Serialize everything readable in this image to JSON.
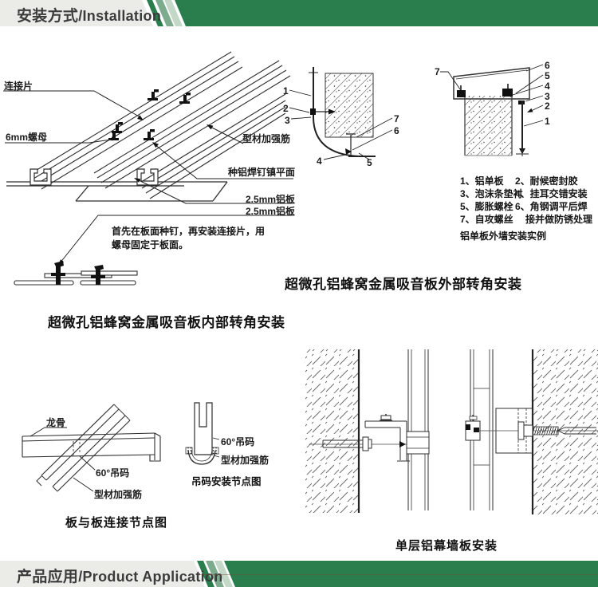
{
  "header": {
    "title_zh": "安装方式",
    "title_en": "/Installation"
  },
  "footer": {
    "title_zh": "产品应用",
    "title_en": "/Product Application"
  },
  "colors": {
    "accent_green": "#2a7d4d",
    "stripe_medium": "#7cab8d",
    "stripe_pale": "#c3d8c6",
    "bar_gray": "#ebebe8"
  },
  "internal_corner": {
    "labels": {
      "connector": "连接片",
      "nut": "6mm螺母",
      "rib": "型材加强筋",
      "weld": "种铝焊钉镇平面",
      "plate1": "2.5mm铝板",
      "plate2": "2.5mm铝板"
    },
    "note_line1": "首先在板面种钉，再安装连接片，用",
    "note_line2": "螺母固定于板面。",
    "caption": "超微孔铝蜂窝金属吸音板内部转角安装"
  },
  "external_corner": {
    "numbers": {
      "n1": "1",
      "n2": "2",
      "n3": "3",
      "n4": "4",
      "n5": "5",
      "n6": "6",
      "n7": "7"
    },
    "caption": "超微孔铝蜂窝金属吸音板外部转角安装"
  },
  "wall_example": {
    "numbers": {
      "n1": "1",
      "n2": "2",
      "n3": "3",
      "n4": "4",
      "n5": "5",
      "n6": "6",
      "n7": "7"
    },
    "legend": {
      "item1": "1、铝单板",
      "item2": "2、耐候密封胶",
      "item3": "3、泡沫条垫衬",
      "item4": "4、挂耳交错安装",
      "item5": "5、膨胀螺栓",
      "item6": "6、角钢调平后焊",
      "item7": "7、自攻螺丝",
      "item6_cont": "接并做防锈处理"
    },
    "note": "铝单板外墙安装实例"
  },
  "panel_joint": {
    "labels": {
      "keel": "龙骨",
      "hanger": "60°吊码",
      "rib": "型材加强筋"
    },
    "caption": "板与板连接节点图"
  },
  "hanger_detail": {
    "labels": {
      "hanger": "60°吊码",
      "rib": "型材加强筋"
    },
    "caption": "吊码安装节点图"
  },
  "curtain_wall": {
    "caption": "单层铝幕墙板安装"
  }
}
